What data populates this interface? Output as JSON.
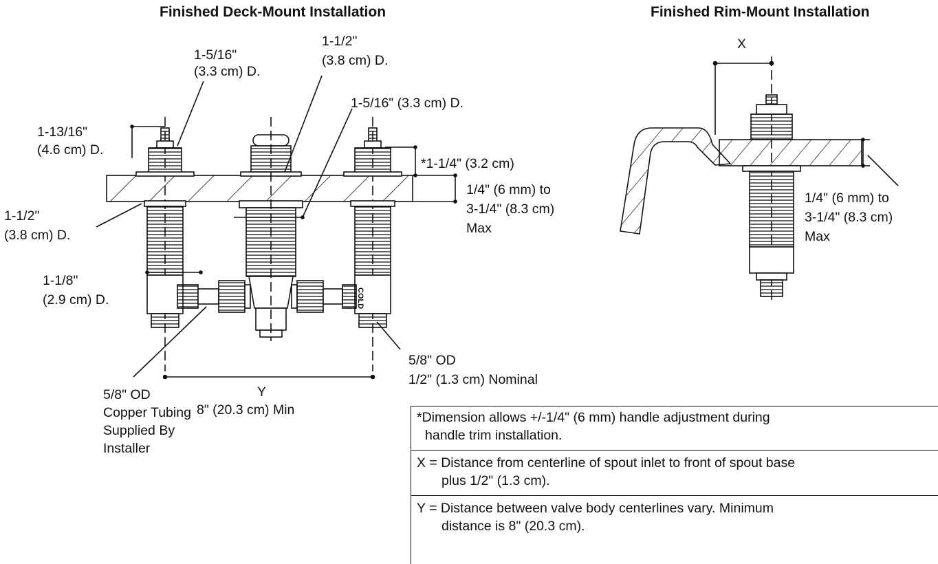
{
  "titles": {
    "deck": "Finished Deck-Mount Installation",
    "rim": "Finished Rim-Mount Installation"
  },
  "deck_labels": {
    "top_left_d_1": "1-5/16\"",
    "top_left_d_2": "(3.3 cm) D.",
    "center_d_1": "1-1/2\"",
    "center_d_2": "(3.8 cm) D.",
    "right_d": "1-5/16\" (3.3 cm) D.",
    "stem_d_1": "1-13/16\"",
    "stem_d_2": "(4.6 cm) D.",
    "adjust": "*1-1/4\" (3.2 cm)",
    "thickness_1": "1/4\" (6 mm) to",
    "thickness_2": "3-1/4\" (8.3 cm)",
    "thickness_3": "Max",
    "left_body_d_1": "1-1/2\"",
    "left_body_d_2": "(3.8 cm) D.",
    "lower_d_1": "1-1/8\"",
    "lower_d_2": "(2.9 cm) D.",
    "outlet_1": "5/8\" OD",
    "outlet_2": "1/2\" (1.3 cm) Nominal",
    "tubing_1": "5/8\" OD",
    "tubing_2": "Copper Tubing",
    "tubing_3": "Supplied By",
    "tubing_4": "Installer",
    "y_letter": "Y",
    "y_value": "8\" (20.3 cm) Min",
    "cold": "COLD"
  },
  "rim_labels": {
    "x_letter": "X",
    "thickness_1": "1/4\" (6 mm) to",
    "thickness_2": "3-1/4\" (8.3 cm)",
    "thickness_3": "Max"
  },
  "notes": {
    "n1_line1": "*Dimension allows +/-1/4\" (6 mm) handle adjustment during",
    "n1_line2": "handle trim installation.",
    "n2_line1": "X = Distance from centerline of spout inlet to front of spout base",
    "n2_line2": "plus 1/2\" (1.3 cm).",
    "n3_line1": "Y = Distance between valve body centerlines vary. Minimum",
    "n3_line2": "distance is 8\" (20.3 cm)."
  }
}
